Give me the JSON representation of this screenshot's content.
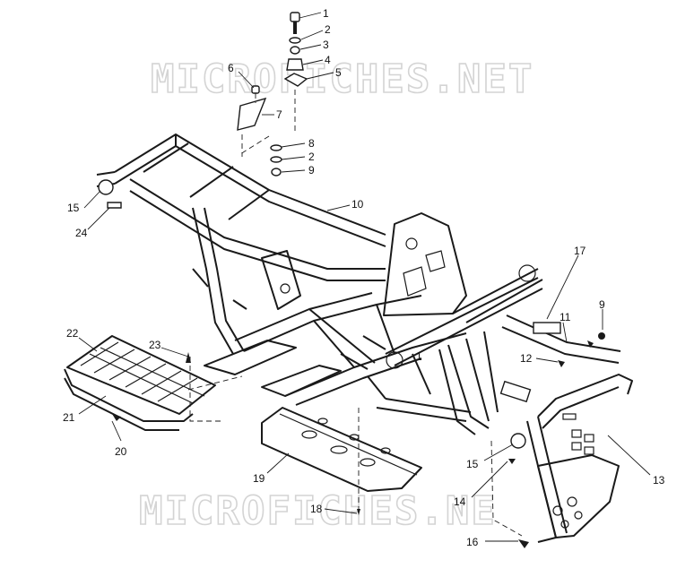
{
  "watermark": {
    "top_text": "MICROFICHES.NET",
    "bottom_text": "MICROFICHES.NE"
  },
  "callouts": [
    {
      "id": "c1",
      "text": "1"
    },
    {
      "id": "c2",
      "text": "2"
    },
    {
      "id": "c3",
      "text": "3"
    },
    {
      "id": "c4",
      "text": "4"
    },
    {
      "id": "c5",
      "text": "5"
    },
    {
      "id": "c6",
      "text": "6"
    },
    {
      "id": "c7",
      "text": "7"
    },
    {
      "id": "c8",
      "text": "8"
    },
    {
      "id": "c2b",
      "text": "2"
    },
    {
      "id": "c9",
      "text": "9"
    },
    {
      "id": "c10",
      "text": "10"
    },
    {
      "id": "c15",
      "text": "15"
    },
    {
      "id": "c24",
      "text": "24"
    },
    {
      "id": "c17",
      "text": "17"
    },
    {
      "id": "c9b",
      "text": "9"
    },
    {
      "id": "c11",
      "text": "11"
    },
    {
      "id": "c1b",
      "text": "1"
    },
    {
      "id": "c12",
      "text": "12"
    },
    {
      "id": "c22",
      "text": "22"
    },
    {
      "id": "c23",
      "text": "23"
    },
    {
      "id": "c21",
      "text": "21"
    },
    {
      "id": "c20",
      "text": "20"
    },
    {
      "id": "c19",
      "text": "19"
    },
    {
      "id": "c15b",
      "text": "15"
    },
    {
      "id": "c13",
      "text": "13"
    },
    {
      "id": "c14",
      "text": "14"
    },
    {
      "id": "c18",
      "text": "18"
    },
    {
      "id": "c16",
      "text": "16"
    }
  ]
}
